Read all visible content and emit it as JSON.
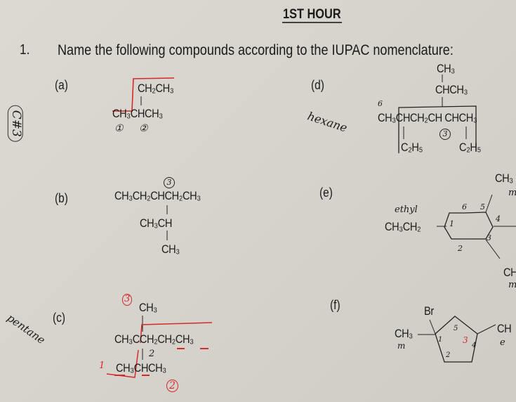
{
  "header": {
    "title": "1ST HOUR"
  },
  "question": {
    "number": "1.",
    "text": "Name the following compounds according to the IUPAC nomenclature:"
  },
  "margin_note": "C#3",
  "compounds": {
    "a": {
      "label": "(a)",
      "branch": "CH₂CH₃",
      "chain": "CH₃CHCH₃",
      "marks": [
        "①",
        "②"
      ]
    },
    "b": {
      "label": "(b)",
      "chain": "CH₃CH₂CHCH₂CH₃",
      "branch": "CH₃CH",
      "end": "CH₃",
      "mark": "3"
    },
    "c": {
      "label": "(c)",
      "top": "CH₃",
      "chain": "CH₃CCH₂CH₂CH₃",
      "branch": "CH₃CHCH₃",
      "marks": [
        "3",
        "1",
        "2",
        "2"
      ],
      "note": "pentane"
    },
    "d": {
      "label": "(d)",
      "top1": "CH₃",
      "top2": "CHCH₃",
      "chain": "CH₃CHCH₂CH CHCH₃",
      "sub1": "C₂H₅",
      "sub2": "C₂H₅",
      "marks": [
        "6",
        "3"
      ],
      "note": "hexane"
    },
    "e": {
      "label": "(e)",
      "substituent": "CH₃CH₂",
      "note": "ethyl",
      "top": "CH₃",
      "bottom": "CH",
      "ring_numbers": [
        "1",
        "2",
        "3",
        "4",
        "5",
        "6"
      ],
      "marks": [
        "m",
        "m"
      ]
    },
    "f": {
      "label": "(f)",
      "br": "Br",
      "left": "CH₃",
      "right": "CH",
      "ring_numbers": [
        "1",
        "2",
        "3",
        "4",
        "5"
      ],
      "marks": [
        "m",
        "e"
      ]
    }
  },
  "colors": {
    "ink": "#1b1b1b",
    "red_pen": "#d42a2a",
    "paper": "#d8d5ce"
  }
}
